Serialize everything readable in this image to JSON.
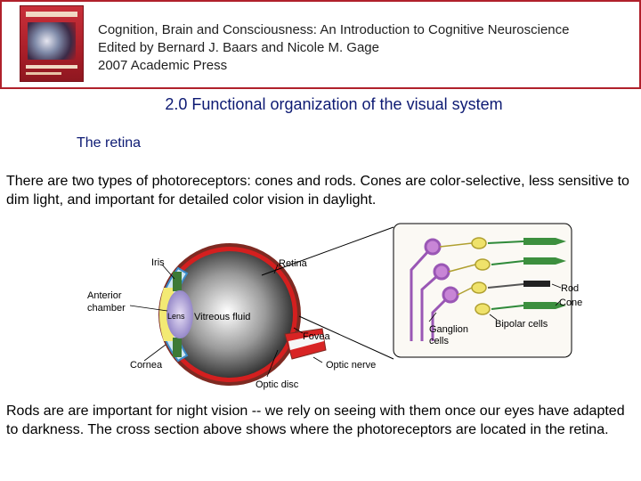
{
  "header": {
    "line1": "Cognition, Brain and Consciousness: An Introduction to Cognitive Neuroscience",
    "line2": "Edited by Bernard J. Baars and Nicole M. Gage",
    "line3": "2007 Academic Press"
  },
  "slide": {
    "title": "2.0 Functional organization of the visual system",
    "subtitle": "The retina",
    "paragraph1": "There are two types of photoreceptors: cones and rods. Cones are color-selective, less sensitive to dim light, and important for detailed color vision in daylight.",
    "paragraph2": "Rods are are important for night vision -- we rely on seeing with them once our eyes have adapted to darkness. The cross section above shows where the photoreceptors are located in the retina."
  },
  "figure": {
    "labels": {
      "iris": "Iris",
      "retina": "Retina",
      "anterior": "Anterior",
      "chamber": "chamber",
      "lens": "Lens",
      "vitreous": "Vitreous fluid",
      "fovea": "Fovea",
      "cornea": "Cornea",
      "optic_nerve": "Optic nerve",
      "optic_disc": "Optic disc",
      "rod": "Rod",
      "cone": "Cone",
      "ganglion": "Ganglion",
      "cells": "cells",
      "bipolar": "Bipolar cells"
    }
  }
}
